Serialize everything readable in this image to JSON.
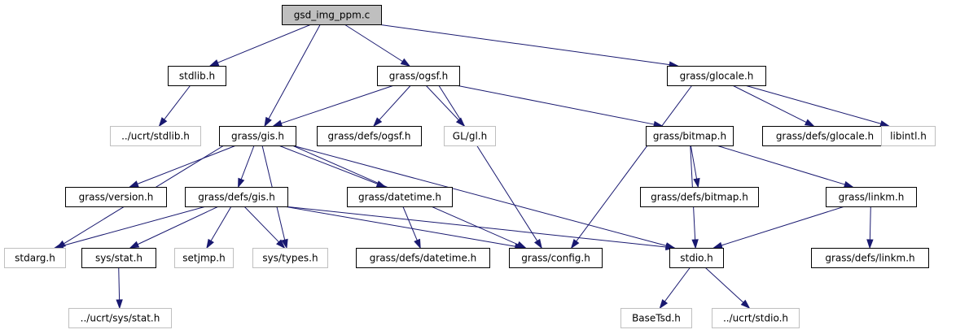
{
  "title": "gsd_img_ppm.c include dependency graph",
  "colors": {
    "edge": "#191970",
    "root_fill": "#bfbfbf",
    "node_border": "#000000",
    "missing_border": "#bfbfbf"
  },
  "nodes": [
    {
      "id": "root",
      "label": "gsd_img_ppm.c",
      "kind": "root"
    },
    {
      "id": "stdlib",
      "label": "stdlib.h",
      "kind": "normal"
    },
    {
      "id": "ogsf",
      "label": "grass/ogsf.h",
      "kind": "normal"
    },
    {
      "id": "glocale",
      "label": "grass/glocale.h",
      "kind": "normal"
    },
    {
      "id": "ucrt_stdlib",
      "label": "../ucrt/stdlib.h",
      "kind": "missing"
    },
    {
      "id": "gis",
      "label": "grass/gis.h",
      "kind": "normal"
    },
    {
      "id": "defs_ogsf",
      "label": "grass/defs/ogsf.h",
      "kind": "normal"
    },
    {
      "id": "glgl",
      "label": "GL/gl.h",
      "kind": "missing"
    },
    {
      "id": "bitmap",
      "label": "grass/bitmap.h",
      "kind": "normal"
    },
    {
      "id": "defs_glocale",
      "label": "grass/defs/glocale.h",
      "kind": "normal"
    },
    {
      "id": "libintl",
      "label": "libintl.h",
      "kind": "missing"
    },
    {
      "id": "version",
      "label": "grass/version.h",
      "kind": "normal"
    },
    {
      "id": "defs_gis",
      "label": "grass/defs/gis.h",
      "kind": "normal"
    },
    {
      "id": "datetime",
      "label": "grass/datetime.h",
      "kind": "normal"
    },
    {
      "id": "defs_bitmap",
      "label": "grass/defs/bitmap.h",
      "kind": "normal"
    },
    {
      "id": "linkm",
      "label": "grass/linkm.h",
      "kind": "normal"
    },
    {
      "id": "stdarg",
      "label": "stdarg.h",
      "kind": "missing"
    },
    {
      "id": "sysstat",
      "label": "sys/stat.h",
      "kind": "normal"
    },
    {
      "id": "setjmp",
      "label": "setjmp.h",
      "kind": "missing"
    },
    {
      "id": "systypes",
      "label": "sys/types.h",
      "kind": "missing"
    },
    {
      "id": "defs_datetime",
      "label": "grass/defs/datetime.h",
      "kind": "normal"
    },
    {
      "id": "config",
      "label": "grass/config.h",
      "kind": "normal"
    },
    {
      "id": "stdio",
      "label": "stdio.h",
      "kind": "normal"
    },
    {
      "id": "defs_linkm",
      "label": "grass/defs/linkm.h",
      "kind": "normal"
    },
    {
      "id": "ucrt_sysstat",
      "label": "../ucrt/sys/stat.h",
      "kind": "missing"
    },
    {
      "id": "basetsd",
      "label": "BaseTsd.h",
      "kind": "missing"
    },
    {
      "id": "ucrt_stdio",
      "label": "../ucrt/stdio.h",
      "kind": "missing"
    }
  ],
  "edges": [
    [
      "root",
      "stdlib"
    ],
    [
      "root",
      "gis"
    ],
    [
      "root",
      "ogsf"
    ],
    [
      "root",
      "glocale"
    ],
    [
      "stdlib",
      "ucrt_stdlib"
    ],
    [
      "ogsf",
      "gis"
    ],
    [
      "ogsf",
      "defs_ogsf"
    ],
    [
      "ogsf",
      "glgl"
    ],
    [
      "ogsf",
      "config"
    ],
    [
      "ogsf",
      "bitmap"
    ],
    [
      "glocale",
      "config"
    ],
    [
      "glocale",
      "defs_glocale"
    ],
    [
      "glocale",
      "libintl"
    ],
    [
      "gis",
      "stdarg"
    ],
    [
      "gis",
      "version"
    ],
    [
      "gis",
      "defs_gis"
    ],
    [
      "gis",
      "systypes"
    ],
    [
      "gis",
      "datetime"
    ],
    [
      "gis",
      "config"
    ],
    [
      "gis",
      "stdio"
    ],
    [
      "bitmap",
      "defs_bitmap"
    ],
    [
      "bitmap",
      "stdio"
    ],
    [
      "bitmap",
      "linkm"
    ],
    [
      "defs_gis",
      "stdarg"
    ],
    [
      "defs_gis",
      "sysstat"
    ],
    [
      "defs_gis",
      "setjmp"
    ],
    [
      "defs_gis",
      "systypes"
    ],
    [
      "defs_gis",
      "config"
    ],
    [
      "defs_gis",
      "stdio"
    ],
    [
      "datetime",
      "defs_datetime"
    ],
    [
      "linkm",
      "stdio"
    ],
    [
      "linkm",
      "defs_linkm"
    ],
    [
      "sysstat",
      "ucrt_sysstat"
    ],
    [
      "stdio",
      "basetsd"
    ],
    [
      "stdio",
      "ucrt_stdio"
    ]
  ]
}
